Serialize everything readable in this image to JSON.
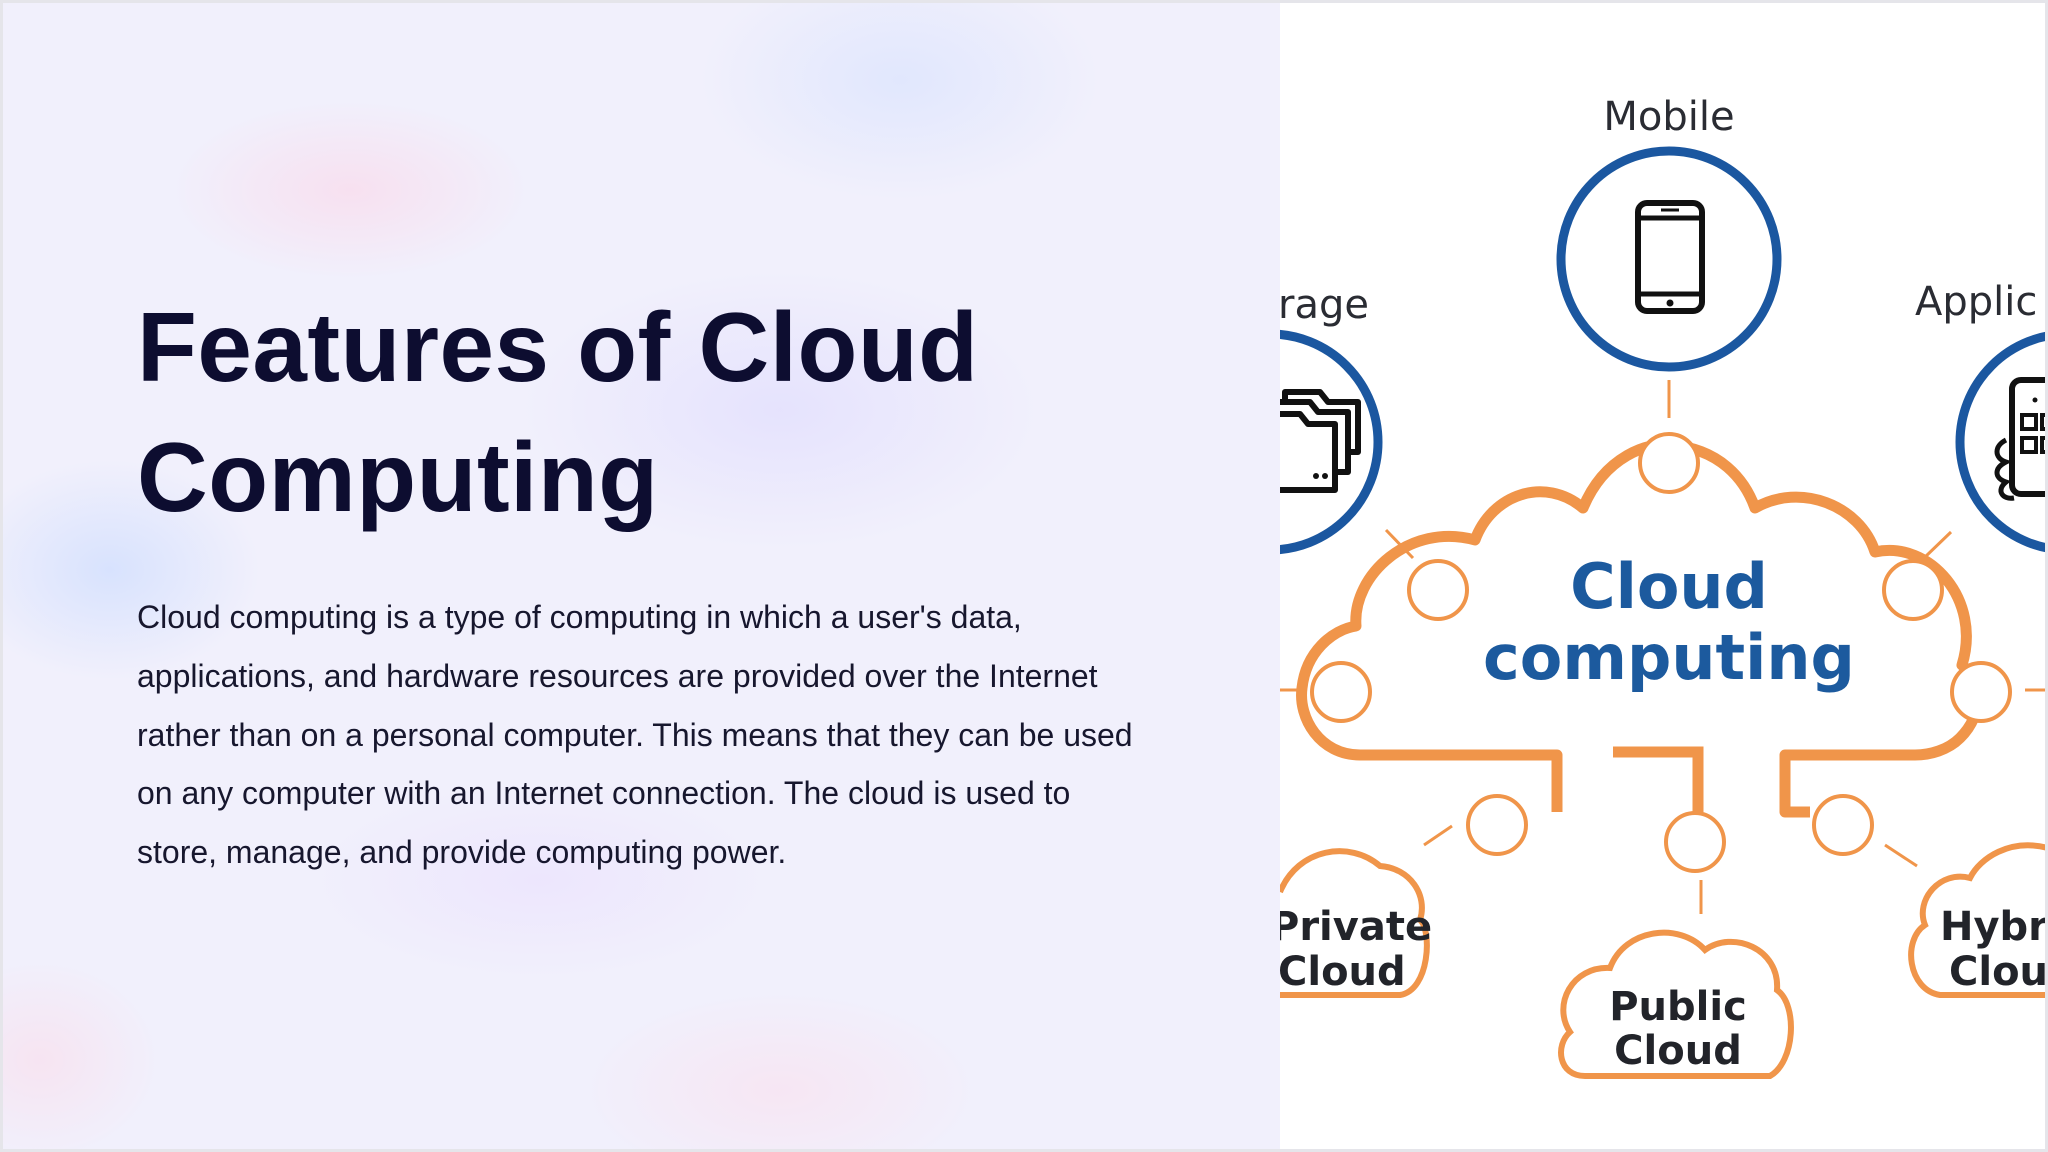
{
  "slide": {
    "title": "Features of Cloud Computing",
    "body": "Cloud computing is a type of computing in which a user's data, applications, and hardware resources are provided over the Internet rather than on a personal computer. This means that they can be used on any computer with an Internet connection. The cloud is used to store, manage, and provide computing power."
  },
  "diagram": {
    "center_line1": "Cloud",
    "center_line2": "computing",
    "top_nodes": {
      "storage": "rage",
      "mobile": "Mobile",
      "application": "Applic"
    },
    "bottom_nodes": {
      "private_line1": "Private",
      "private_line2": "Cloud",
      "public_line1": "Public",
      "public_line2": "Cloud",
      "hybrid_line1": "Hybri",
      "hybrid_line2": "Clou"
    },
    "icons": [
      "folders-icon",
      "smartphone-icon",
      "app-grid-icon"
    ],
    "colors": {
      "node_ring": "#1b57a0",
      "cloud_outline": "#f0954a",
      "center_text": "#1c5a9e",
      "connector": "#f0954a"
    }
  }
}
